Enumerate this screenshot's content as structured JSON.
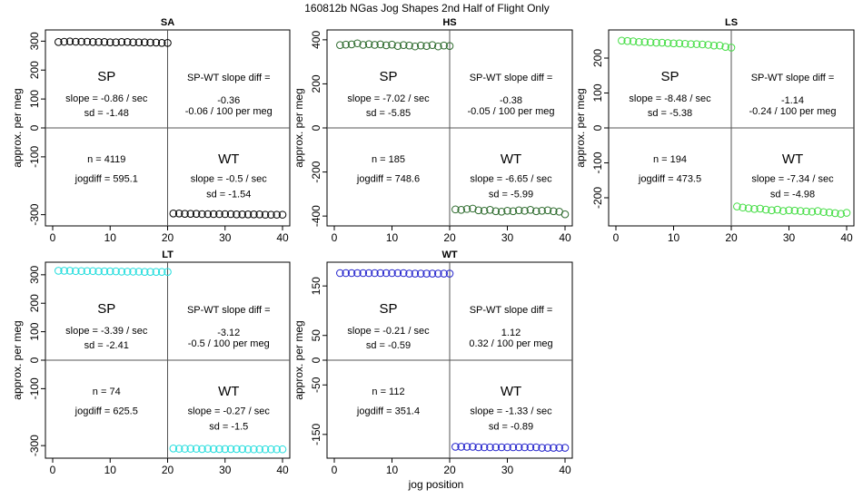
{
  "title": "160812b   NGas Jog Shapes 2nd Half of Flight Only",
  "shared_xlabel": "jog position",
  "chart_data": [
    {
      "type": "scatter",
      "title": "SA",
      "ylabel": "approx. per meg",
      "xlim": [
        0,
        40
      ],
      "ylim": [
        -320,
        320
      ],
      "xticks": [
        0,
        10,
        20,
        30,
        40
      ],
      "yticks": [
        -300,
        -100,
        0,
        100,
        200,
        300
      ],
      "color": "#000000",
      "x": [
        1,
        2,
        3,
        4,
        5,
        6,
        7,
        8,
        9,
        10,
        11,
        12,
        13,
        14,
        15,
        16,
        17,
        18,
        19,
        20,
        21,
        22,
        23,
        24,
        25,
        26,
        27,
        28,
        29,
        30,
        31,
        32,
        33,
        34,
        35,
        36,
        37,
        38,
        39,
        40
      ],
      "y": [
        297,
        298,
        299,
        298,
        298,
        298,
        297,
        297,
        297,
        296,
        296,
        297,
        297,
        296,
        296,
        296,
        295,
        295,
        294,
        294,
        -296,
        -296,
        -297,
        -297,
        -297,
        -298,
        -298,
        -298,
        -298,
        -298,
        -298,
        -299,
        -299,
        -299,
        -299,
        -299,
        -300,
        -300,
        -300,
        -300
      ],
      "annotations": {
        "sp": "SP",
        "sp_slope": "slope = -0.86 / sec",
        "sp_sd": "sd = -1.48",
        "diff_label": "SP-WT slope diff =",
        "diff_value": "-0.36",
        "diff_per_meg": "-0.06 / 100 per meg",
        "n": "n = 4119",
        "jogdiff": "jogdiff = 595.1",
        "wt": "WT",
        "wt_slope": "slope = -0.5 / sec",
        "wt_sd": "sd = -1.54"
      }
    },
    {
      "type": "scatter",
      "title": "HS",
      "ylabel": "approx. per meg",
      "xlim": [
        0,
        40
      ],
      "ylim": [
        -420,
        420
      ],
      "xticks": [
        0,
        10,
        20,
        30,
        40
      ],
      "yticks": [
        -400,
        -200,
        0,
        200,
        400
      ],
      "color": "#2e6b2e",
      "x": [
        1,
        2,
        3,
        4,
        5,
        6,
        7,
        8,
        9,
        10,
        11,
        12,
        13,
        14,
        15,
        16,
        17,
        18,
        19,
        20,
        21,
        22,
        23,
        24,
        25,
        26,
        27,
        28,
        29,
        30,
        31,
        32,
        33,
        34,
        35,
        36,
        37,
        38,
        39,
        40
      ],
      "y": [
        376,
        378,
        379,
        384,
        377,
        380,
        377,
        379,
        375,
        378,
        372,
        376,
        374,
        370,
        374,
        372,
        376,
        370,
        374,
        372,
        -370,
        -372,
        -368,
        -366,
        -374,
        -376,
        -372,
        -378,
        -380,
        -376,
        -378,
        -374,
        -376,
        -372,
        -378,
        -376,
        -374,
        -378,
        -380,
        -392
      ],
      "annotations": {
        "sp": "SP",
        "sp_slope": "slope = -7.02 / sec",
        "sp_sd": "sd = -5.85",
        "diff_label": "SP-WT slope diff =",
        "diff_value": "-0.38",
        "diff_per_meg": "-0.05 / 100 per meg",
        "n": "n = 185",
        "jogdiff": "jogdiff = 748.6",
        "wt": "WT",
        "wt_slope": "slope = -6.65 / sec",
        "wt_sd": "sd = -5.99"
      }
    },
    {
      "type": "scatter",
      "title": "LS",
      "ylabel": "approx. per meg",
      "xlim": [
        0,
        40
      ],
      "ylim": [
        -265,
        265
      ],
      "xticks": [
        0,
        10,
        20,
        30,
        40
      ],
      "yticks": [
        -200,
        -100,
        0,
        100,
        200
      ],
      "color": "#44dd44",
      "x": [
        1,
        2,
        3,
        4,
        5,
        6,
        7,
        8,
        9,
        10,
        11,
        12,
        13,
        14,
        15,
        16,
        17,
        18,
        19,
        20,
        21,
        22,
        23,
        24,
        25,
        26,
        27,
        28,
        29,
        30,
        31,
        32,
        33,
        34,
        35,
        36,
        37,
        38,
        39,
        40
      ],
      "y": [
        250,
        249,
        248,
        246,
        246,
        245,
        244,
        244,
        243,
        242,
        242,
        241,
        240,
        240,
        239,
        238,
        236,
        236,
        232,
        230,
        -225,
        -228,
        -230,
        -232,
        -231,
        -234,
        -236,
        -234,
        -238,
        -236,
        -237,
        -238,
        -239,
        -240,
        -238,
        -241,
        -242,
        -244,
        -246,
        -243
      ],
      "annotations": {
        "sp": "SP",
        "sp_slope": "slope = -8.48 / sec",
        "sp_sd": "sd = -5.38",
        "diff_label": "SP-WT slope diff =",
        "diff_value": "-1.14",
        "diff_per_meg": "-0.24 / 100 per meg",
        "n": "n = 194",
        "jogdiff": "jogdiff = 473.5",
        "wt": "WT",
        "wt_slope": "slope = -7.34 / sec",
        "wt_sd": "sd = -4.98"
      }
    },
    {
      "type": "scatter",
      "title": "LT",
      "ylabel": "approx. per meg",
      "xlim": [
        0,
        40
      ],
      "ylim": [
        -325,
        325
      ],
      "xticks": [
        0,
        10,
        20,
        30,
        40
      ],
      "yticks": [
        -300,
        -100,
        0,
        100,
        200,
        300
      ],
      "color": "#22dddd",
      "x": [
        1,
        2,
        3,
        4,
        5,
        6,
        7,
        8,
        9,
        10,
        11,
        12,
        13,
        14,
        15,
        16,
        17,
        18,
        19,
        20,
        21,
        22,
        23,
        24,
        25,
        26,
        27,
        28,
        29,
        30,
        31,
        32,
        33,
        34,
        35,
        36,
        37,
        38,
        39,
        40
      ],
      "y": [
        314,
        314,
        314,
        313,
        313,
        313,
        313,
        312,
        312,
        312,
        312,
        311,
        311,
        311,
        311,
        310,
        310,
        310,
        310,
        310,
        -310,
        -311,
        -311,
        -311,
        -311,
        -312,
        -311,
        -312,
        -312,
        -312,
        -312,
        -312,
        -312,
        -313,
        -313,
        -313,
        -313,
        -313,
        -313,
        -313
      ],
      "annotations": {
        "sp": "SP",
        "sp_slope": "slope = -3.39 / sec",
        "sp_sd": "sd = -2.41",
        "diff_label": "SP-WT slope diff =",
        "diff_value": "-3.12",
        "diff_per_meg": "-0.5 / 100 per meg",
        "n": "n = 74",
        "jogdiff": "jogdiff = 625.5",
        "wt": "WT",
        "wt_slope": "slope = -0.27 / sec",
        "wt_sd": "sd = -1.5"
      }
    },
    {
      "type": "scatter",
      "title": "WT",
      "ylabel": "approx. per meg",
      "xlim": [
        0,
        40
      ],
      "ylim": [
        -187,
        187
      ],
      "xticks": [
        0,
        10,
        20,
        30,
        40
      ],
      "yticks": [
        -150,
        -50,
        0,
        50,
        150
      ],
      "color": "#2222cc",
      "x": [
        1,
        2,
        3,
        4,
        5,
        6,
        7,
        8,
        9,
        10,
        11,
        12,
        13,
        14,
        15,
        16,
        17,
        18,
        19,
        20,
        21,
        22,
        23,
        24,
        25,
        26,
        27,
        28,
        29,
        30,
        31,
        32,
        33,
        34,
        35,
        36,
        37,
        38,
        39,
        40
      ],
      "y": [
        176,
        176,
        176,
        176,
        176,
        176,
        176,
        176,
        176,
        176,
        176,
        176,
        175,
        175,
        175,
        175,
        175,
        175,
        175,
        175,
        -175,
        -175,
        -175,
        -175,
        -176,
        -176,
        -176,
        -176,
        -176,
        -176,
        -176,
        -176,
        -176,
        -176,
        -176,
        -177,
        -177,
        -177,
        -177,
        -177
      ],
      "annotations": {
        "sp": "SP",
        "sp_slope": "slope = -0.21 / sec",
        "sp_sd": "sd = -0.59",
        "diff_label": "SP-WT slope diff =",
        "diff_value": "1.12",
        "diff_per_meg": "0.32 / 100 per meg",
        "n": "n = 112",
        "jogdiff": "jogdiff = 351.4",
        "wt": "WT",
        "wt_slope": "slope = -1.33 / sec",
        "wt_sd": "sd = -0.89"
      }
    }
  ]
}
